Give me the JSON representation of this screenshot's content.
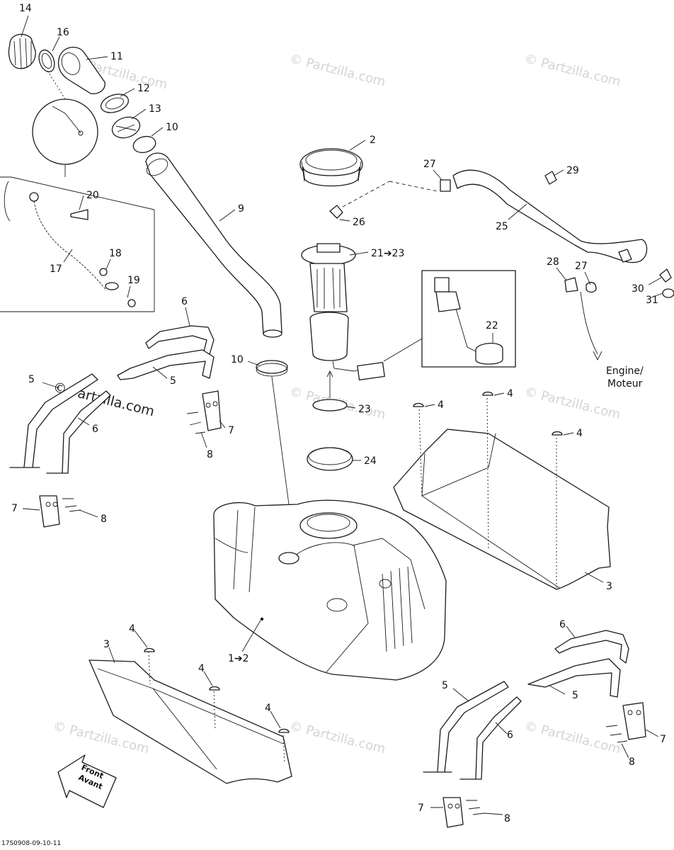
{
  "watermark": "© Partzilla.com",
  "drawing_code": "17S0908-09-10-11",
  "engine_label": [
    "Engine/",
    "Moteur"
  ],
  "front_label": [
    "Front",
    "Avant"
  ],
  "callouts": [
    {
      "text": "14"
    },
    {
      "text": "16"
    },
    {
      "text": "11"
    },
    {
      "text": "12"
    },
    {
      "text": "13"
    },
    {
      "text": "10"
    },
    {
      "text": "9"
    },
    {
      "text": "20"
    },
    {
      "text": "17"
    },
    {
      "text": "18"
    },
    {
      "text": "19"
    },
    {
      "text": "2"
    },
    {
      "text": "27"
    },
    {
      "text": "29"
    },
    {
      "text": "26"
    },
    {
      "text": "25"
    },
    {
      "text": "21➔23"
    },
    {
      "text": "28"
    },
    {
      "text": "27"
    },
    {
      "text": "30"
    },
    {
      "text": "31"
    },
    {
      "text": "22"
    },
    {
      "text": "6"
    },
    {
      "text": "5"
    },
    {
      "text": "10"
    },
    {
      "text": "5"
    },
    {
      "text": "6"
    },
    {
      "text": "7"
    },
    {
      "text": "8"
    },
    {
      "text": "23"
    },
    {
      "text": "4"
    },
    {
      "text": "4"
    },
    {
      "text": "4"
    },
    {
      "text": "24"
    },
    {
      "text": "7"
    },
    {
      "text": "8"
    },
    {
      "text": "3"
    },
    {
      "text": "1➔2"
    },
    {
      "text": "3"
    },
    {
      "text": "4"
    },
    {
      "text": "4"
    },
    {
      "text": "4"
    },
    {
      "text": "6"
    },
    {
      "text": "5"
    },
    {
      "text": "5"
    },
    {
      "text": "6"
    },
    {
      "text": "7"
    },
    {
      "text": "8"
    },
    {
      "text": "7"
    },
    {
      "text": "8"
    }
  ]
}
